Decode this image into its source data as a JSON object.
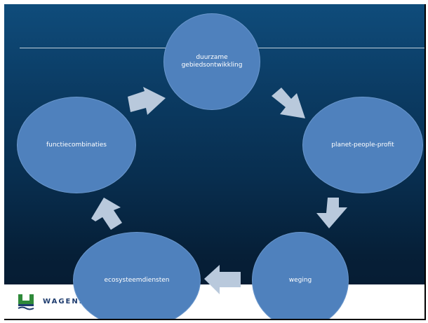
{
  "diagram": {
    "nodes": {
      "top": "duurzame gebiedsontwikkling",
      "right": "planet-people-profit",
      "bottom_right": "weging",
      "bottom_left": "ecosysteemdiensten",
      "left": "functiecombinaties"
    },
    "colors": {
      "node_fill": "#4f81bd",
      "arrow_fill": "#b9c9dc",
      "background_top": "#0f4c7b",
      "background_bottom": "#051a30"
    }
  },
  "footer": {
    "logo_text": "WAGENI"
  }
}
